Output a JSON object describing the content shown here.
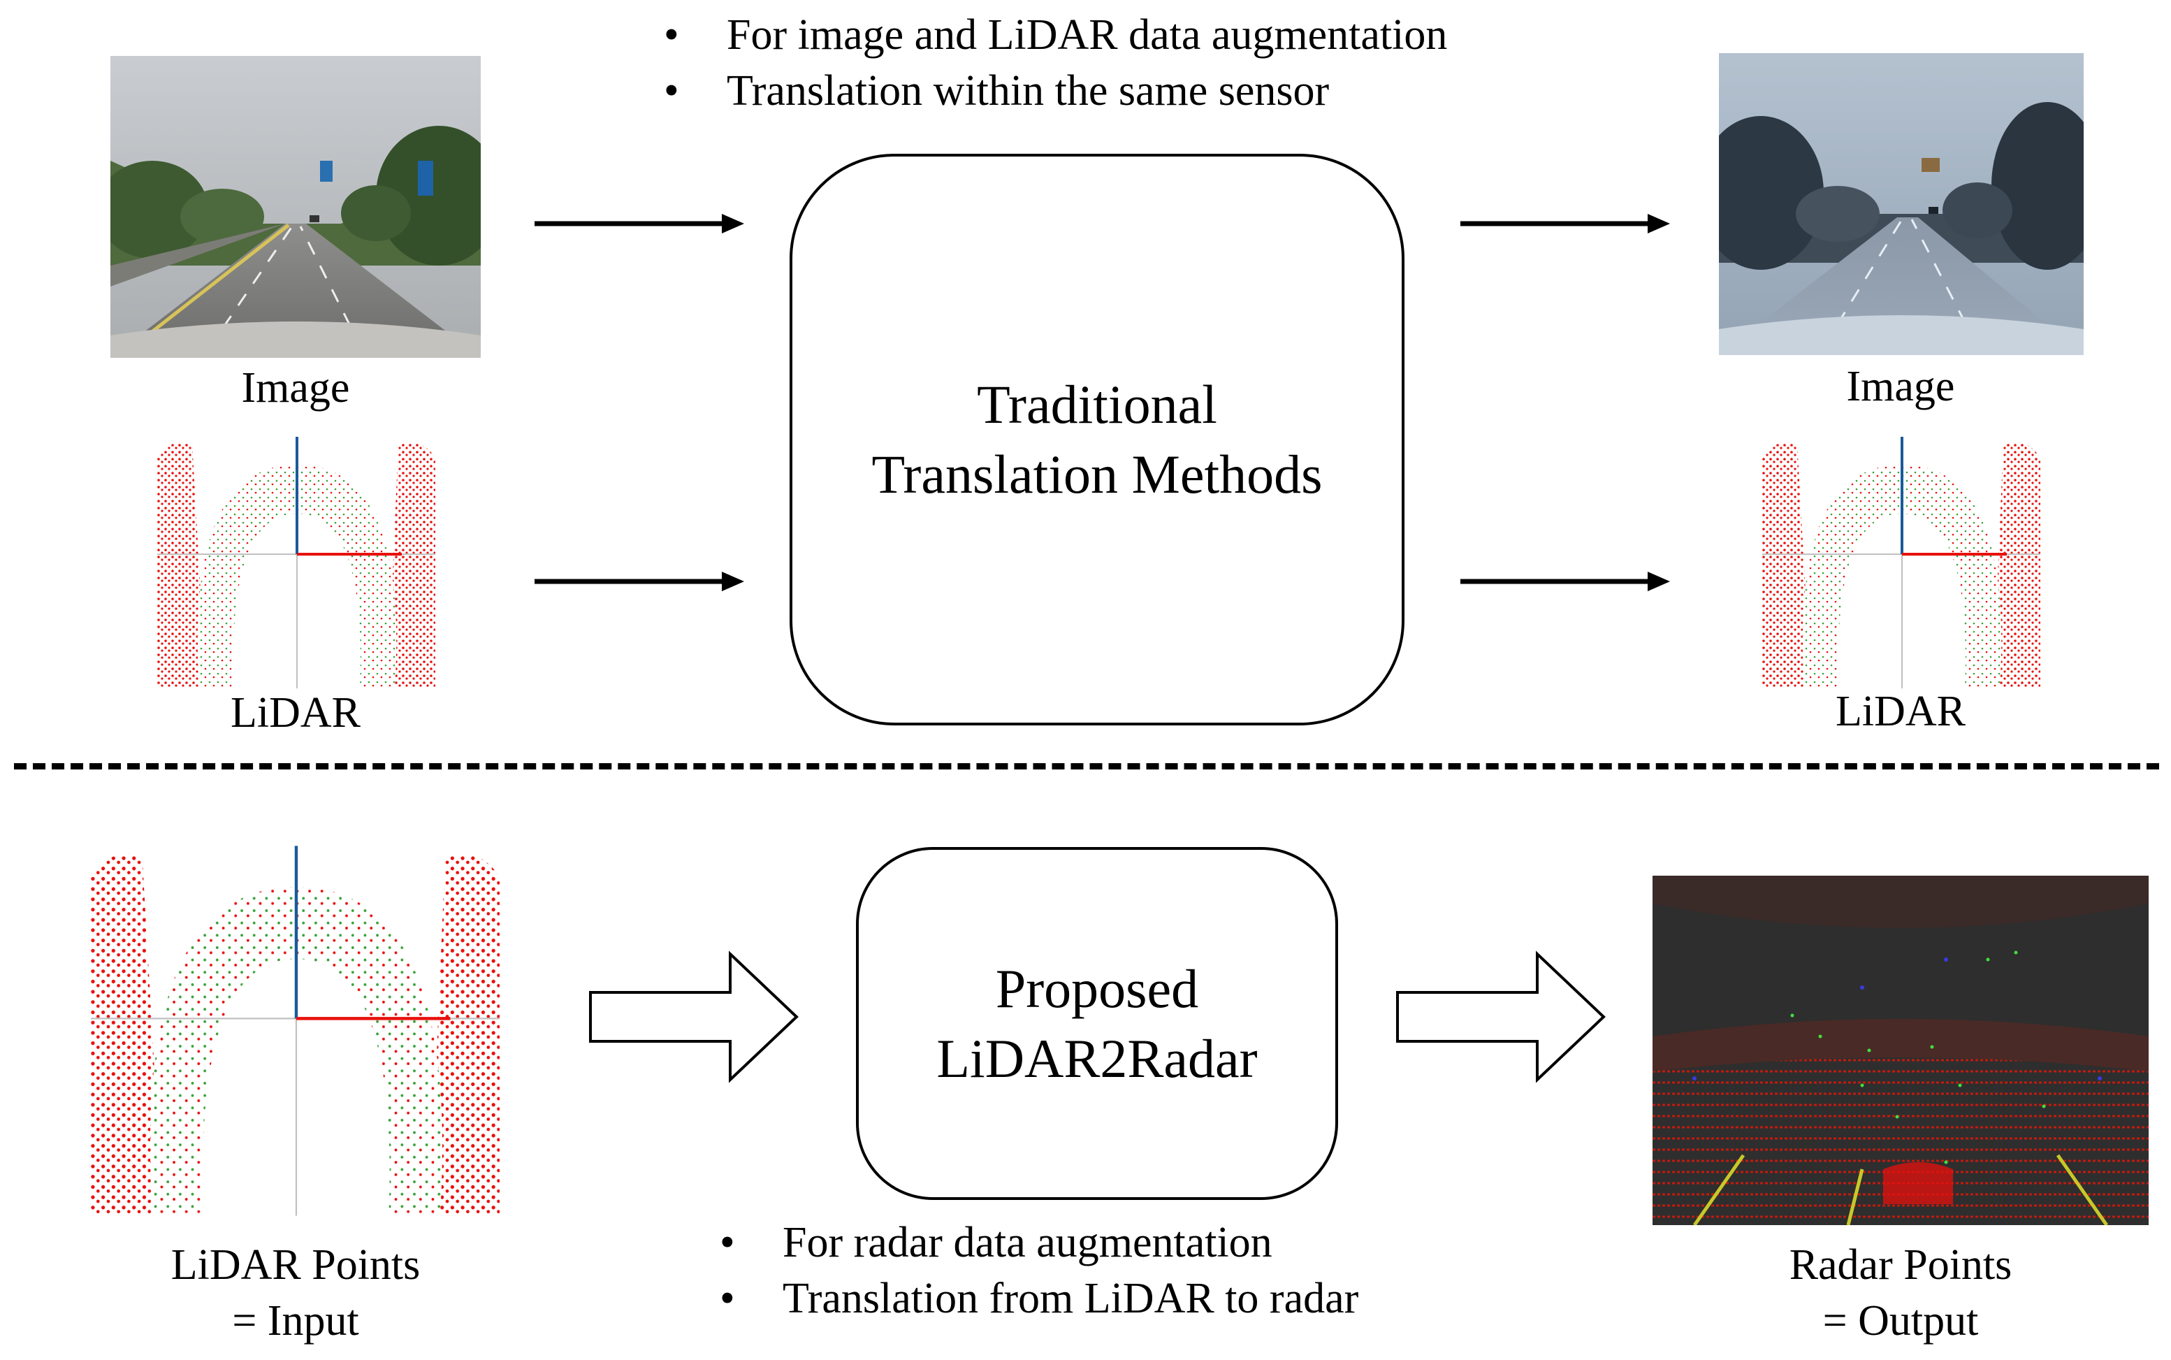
{
  "top_section": {
    "bullets": [
      "For image and LiDAR data augmentation",
      "Translation within the same sensor"
    ],
    "center_box": {
      "line1": "Traditional",
      "line2": "Translation Methods"
    },
    "input_image_label": "Image",
    "input_lidar_label": "LiDAR",
    "output_image_label": "Image",
    "output_lidar_label": "LiDAR"
  },
  "bottom_section": {
    "center_box": {
      "line1": "Proposed",
      "line2": "LiDAR2Radar"
    },
    "input_label": {
      "line1": "LiDAR Points",
      "line2": "= Input"
    },
    "output_label": {
      "line1": "Radar Points",
      "line2": "= Output"
    },
    "bullets": [
      "For radar data augmentation",
      "Translation from LiDAR to radar"
    ]
  },
  "colors": {
    "lidar_points": "#e8100c",
    "lidar_ground": "#39a13a",
    "radar_bg": "#2e2e2e"
  }
}
